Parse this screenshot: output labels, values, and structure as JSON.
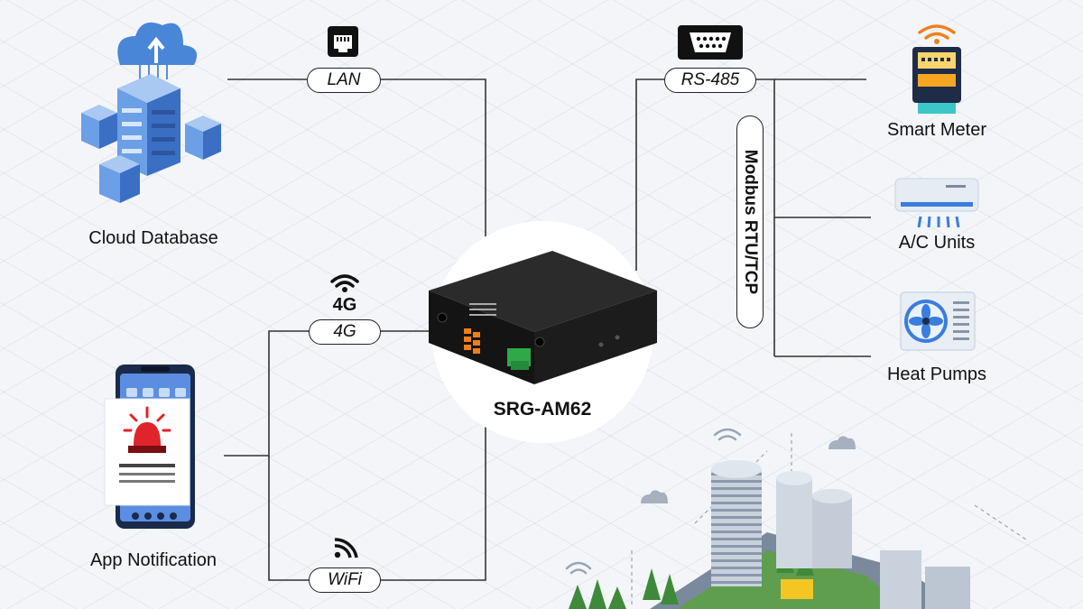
{
  "device": {
    "name": "SRG-AM62"
  },
  "connections": {
    "lan": "LAN",
    "fourg": "4G",
    "wifi": "WiFi",
    "rs485": "RS-485",
    "protocol": "Modbus RTU/TCP"
  },
  "nodes": {
    "cloud_database": "Cloud Database",
    "app_notification": "App Notification",
    "smart_meter": "Smart Meter",
    "ac_units": "A/C Units",
    "heat_pumps": "Heat Pumps"
  },
  "icons": {
    "lan": "ethernet-port-icon",
    "fourg": "4g-signal-icon",
    "wifi": "wifi-icon",
    "rs485": "db9-serial-port-icon"
  },
  "colors": {
    "accent_blue": "#3b7ddd",
    "line": "#333333",
    "alarm_red": "#e0242b"
  }
}
